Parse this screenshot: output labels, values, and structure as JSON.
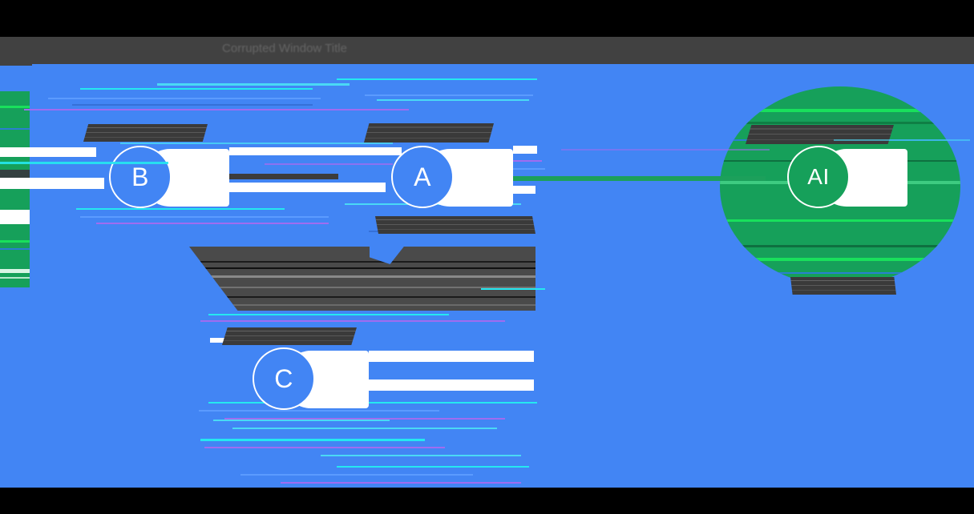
{
  "window": {
    "title": "Corrupted Window Title",
    "titlebar_color": "#414141",
    "accent_underline_color": "#4285f4"
  },
  "canvas": {
    "background_color": "#4285f4",
    "green_color": "#16a05a",
    "node_blue": "#4285f4",
    "node_white": "#ffffff",
    "redaction_color": "#3a3a3a"
  },
  "nodes": [
    {
      "id": "b",
      "initial": "B",
      "label": "████████████",
      "color": "#4285f4",
      "type": "blue-node"
    },
    {
      "id": "a",
      "initial": "A",
      "label": "█████████████",
      "sublabel": "████████████████",
      "color": "#4285f4",
      "type": "blue-node"
    },
    {
      "id": "c",
      "initial": "C",
      "label": "█████████████",
      "color": "#4285f4",
      "type": "blue-node"
    },
    {
      "id": "ai",
      "initial": "AI",
      "label": "██████████████",
      "sublabel": "████████",
      "color": "#16a05a",
      "type": "green-node"
    }
  ],
  "edges": [
    {
      "id": "b-to-a",
      "from": "b",
      "to": "a",
      "color": "#3c3c3c"
    },
    {
      "id": "a-to-ai",
      "from": "a",
      "to": "ai",
      "color": "#1ca05b"
    }
  ],
  "text_block": {
    "content": "██████████████████████████████",
    "color": "#4a4a4a"
  },
  "glitch": {
    "scanline_colors": [
      "#25e8f0",
      "#4ad9f5",
      "#a06cf0",
      "#5b9bff",
      "#3570d8"
    ],
    "description": "horizontal displacement scanlines"
  }
}
